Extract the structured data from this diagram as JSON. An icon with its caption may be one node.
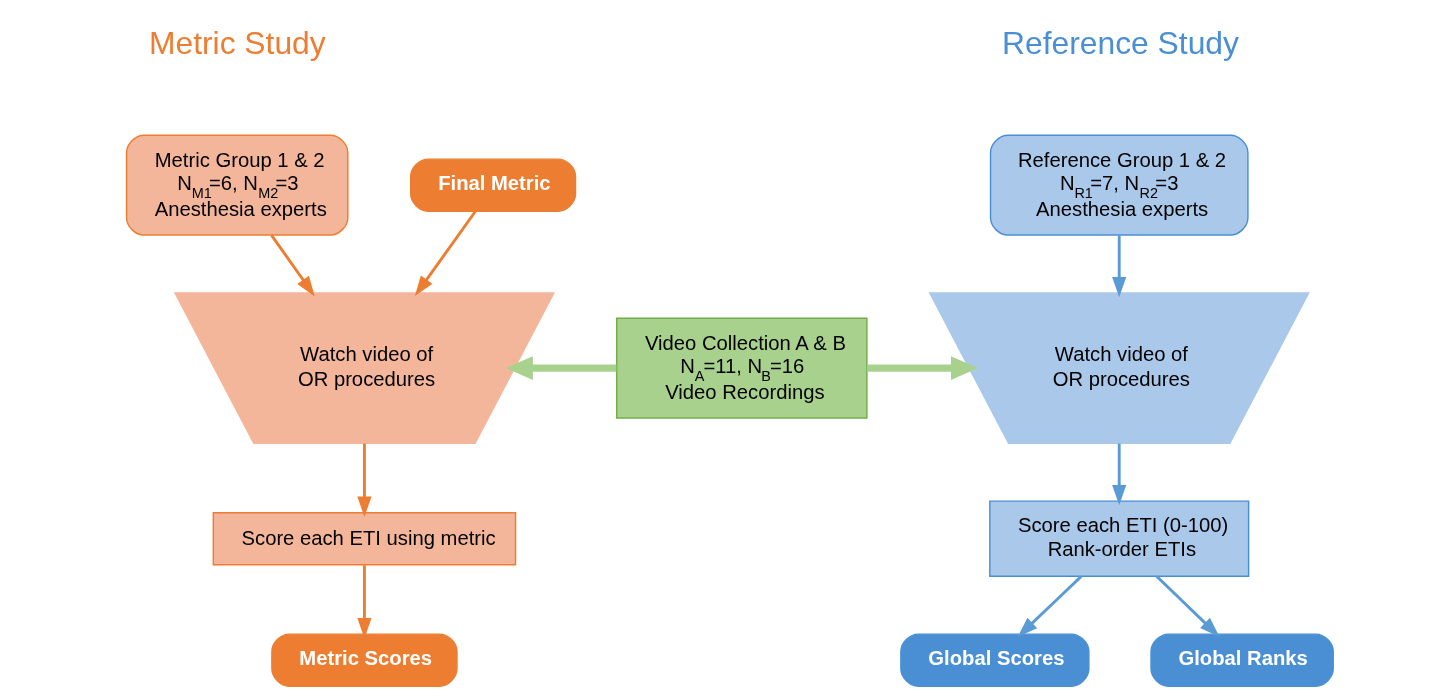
{
  "diagram": {
    "nodes": [
      {
        "text": [
          "Metric Group 1 & 2",
          "N$_{M1}$=6, N$_{M2}$=3",
          "Anesthesia experts"
        ]
      },
      {
        "text": [
          "Final Metric"
        ]
      },
      {
        "text": [
          "Watch video of OR procedures"
        ]
      },
      {
        "text": [
          "Score each ETI using metric"
        ]
      },
      {
        "text": [
          "Metric Scores"
        ]
      },
      {
        "text": [
          "Video Collection A & B",
          "N$_{A}$=11, N$_{B}$=16",
          "Video Recordings"
        ]
      },
      {
        "text": [
          "Reference Group 1 & 2",
          "N$_{R1}$=7, N$_{R2}$=3",
          "Anesthesia experts"
        ]
      },
      {
        "text": [
          "Watch video of OR procedures"
        ]
      },
      {
        "text": [
          "Score each ETI (0-100)",
          "Rank-order ETIs"
        ]
      },
      {
        "text": [
          "Global Scores"
        ]
      },
      {
        "text": [
          "Global Ranks"
        ]
      }
    ],
    "edges": [
      {
        "from": 0,
        "to": 2,
        "arrow": "to",
        "color": "#ed7d31"
      },
      {
        "from": 1,
        "to": 2,
        "arrow": "to",
        "color": "#ed7d31"
      },
      {
        "from": 5,
        "to": 2,
        "arrow": "to",
        "style": "thick",
        "color": "#a9d18e"
      },
      {
        "from": 5,
        "to": 7,
        "arrow": "to",
        "style": "thick",
        "color": "#a9d18e"
      },
      {
        "from": 2,
        "to": 3,
        "arrow": "to",
        "color": "#ed7d31"
      },
      {
        "from": 3,
        "to": 4,
        "arrow": "to",
        "color": "#ed7d31"
      },
      {
        "from": 6,
        "to": 7,
        "arrow": "to",
        "color": "#5b9bd5"
      },
      {
        "from": 7,
        "to": 8,
        "arrow": "to",
        "color": "#5b9bd5"
      },
      {
        "from": 8,
        "to": 9,
        "arrow": "to",
        "color": "#5b9bd5"
      },
      {
        "from": 8,
        "to": 10,
        "arrow": "to",
        "color": "#5b9bd5"
      }
    ],
    "labels": [
      "Metric Study",
      "Reference Study"
    ]
  }
}
